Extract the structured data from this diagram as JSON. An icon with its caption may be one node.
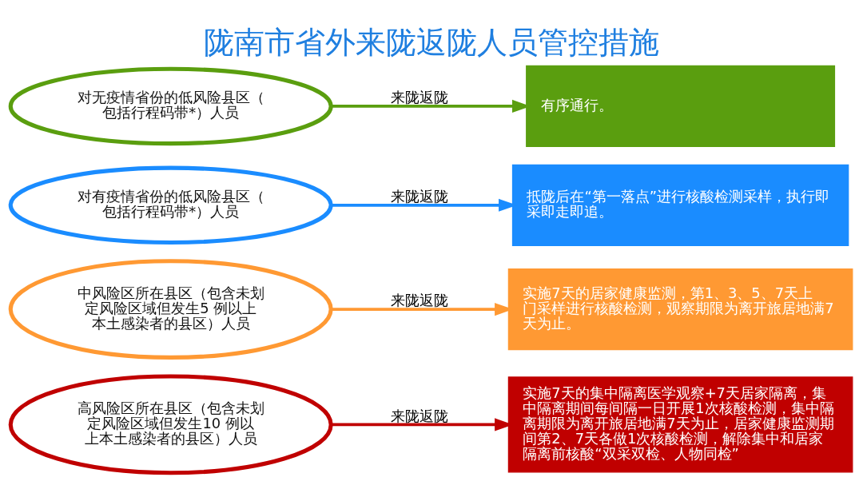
{
  "diagram": {
    "title": "陇南市省外来陇返陇人员管控措施",
    "nodes": [
      {
        "text": [
          "高风险区所在县区（包含未划定风险区域但发生10 例以上本土感染者的县区）人员"
        ]
      },
      {
        "text": [
          "实施7天的集中隔离医学观察+7天居家隔离，集中隔离期间每间隔一日开展1次核酸检测，集中隔离期限为离开旅居地满7天为止，居家健康监测期间第2、7天各做1次核酸检测，解除集中和居家隔离前核酸“双采双检、人物同检”"
        ]
      },
      {
        "text": [
          "中风险区所在县区（包含未划定风险区域但发生5 例以上本土感染者的县区）人员"
        ]
      },
      {
        "text": [
          "实施7天的居家健康监测，第1、3、5、7天上门采样进行核酸检测，观察期限为离开旅居地满7天为止。"
        ]
      },
      {
        "text": [
          "对有疫情省份的低风险县区（包括行程码带*）人员"
        ]
      },
      {
        "text": [
          "抵陇后在“第一落点”进行核酸检测采样，执行即采即走即追。"
        ]
      },
      {
        "text": [
          "对无疫情省份的低风险县区（包括行程码带*）人员"
        ]
      },
      {
        "text": [
          "有序通行。"
        ]
      }
    ],
    "edges": [
      {
        "from": 0,
        "to": 1,
        "arrow": "to",
        "label": "来陇返陇",
        "color": "#c00000"
      },
      {
        "from": 2,
        "to": 3,
        "arrow": "to",
        "label": "来陇返陇",
        "color": "#ff9933"
      },
      {
        "from": 4,
        "to": 5,
        "arrow": "to",
        "label": "来陇返陇",
        "color": "#1a8cff"
      },
      {
        "from": 6,
        "to": 7,
        "arrow": "to",
        "label": "来陇返陇",
        "color": "#5a9e0f"
      }
    ]
  }
}
